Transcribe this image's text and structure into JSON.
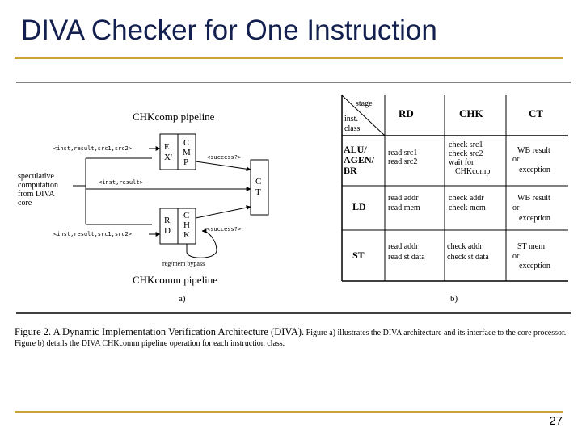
{
  "slide": {
    "title": "DIVA Checker for One Instruction",
    "page_number": "27"
  },
  "diagram": {
    "chkcomp_label": "CHKcomp pipeline",
    "chkcomm_label": "CHKcomm pipeline",
    "input_top": "<inst,result,src1,src2>",
    "input_bottom": "<inst,result,src1,src2>",
    "speculative": [
      "speculative",
      "computation",
      "from DIVA",
      "core"
    ],
    "inst_result": "<inst,result>",
    "success_top": "<success?>",
    "success_bottom": "<success?>",
    "ex_label": [
      "E",
      "X'"
    ],
    "cmp_label": [
      "C",
      "M",
      "P"
    ],
    "rd_label": [
      "R",
      "D"
    ],
    "chk_label": [
      "C",
      "H",
      "K"
    ],
    "ct_label": [
      "C",
      "T"
    ],
    "bypass": "reg/mem bypass",
    "sub_a": "a)"
  },
  "table": {
    "corner_stage": "stage",
    "corner_class": [
      "inst.",
      "class"
    ],
    "headers": [
      "RD",
      "CHK",
      "CT"
    ],
    "rows": [
      {
        "cls": [
          "ALU/",
          "AGEN/",
          "BR"
        ],
        "rd": [
          "read src1",
          "read src2"
        ],
        "chk": [
          "check src1",
          "check src2",
          "wait for",
          "CHKcomp"
        ],
        "ct": [
          "WB result",
          "or",
          "exception"
        ]
      },
      {
        "cls": [
          "LD"
        ],
        "rd": [
          "read addr",
          "read mem"
        ],
        "chk": [
          "check addr",
          "check mem"
        ],
        "ct": [
          "WB result",
          "or",
          "exception"
        ]
      },
      {
        "cls": [
          "ST"
        ],
        "rd": [
          "read addr",
          "read st data"
        ],
        "chk": [
          "check addr",
          "check st data"
        ],
        "ct": [
          "ST mem",
          "or",
          "exception"
        ]
      }
    ],
    "sub_b": "b)"
  },
  "caption": {
    "lead": "Figure 2.   A Dynamic Implementation Verification Architecture (DIVA).",
    "body": " Figure a) illustrates the DIVA architecture and its interface to the core processor. Figure b) details the DIVA CHKcomm pipeline operation for each instruction class."
  },
  "colors": {
    "title": "#13204f",
    "rule": "#c9a531"
  }
}
